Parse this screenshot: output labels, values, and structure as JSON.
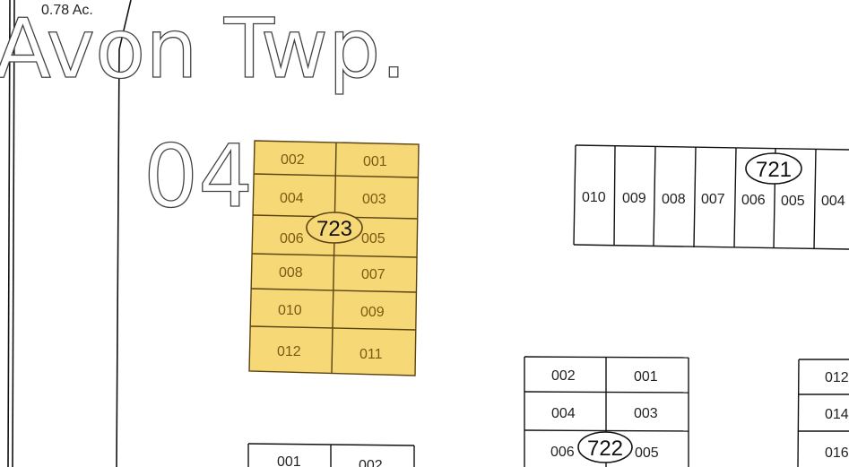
{
  "map": {
    "acreage_label": "0.78 Ac.",
    "township_label": "Avon Twp.",
    "section_number": "04",
    "highlight_color": "#f7d877",
    "blocks": [
      {
        "number": "723",
        "highlighted": true,
        "lots": [
          "002",
          "001",
          "004",
          "003",
          "006",
          "005",
          "008",
          "007",
          "010",
          "009",
          "012",
          "011"
        ]
      },
      {
        "number": "721",
        "highlighted": false,
        "lots": [
          "010",
          "009",
          "008",
          "007",
          "006",
          "005",
          "004"
        ]
      },
      {
        "number": "722",
        "highlighted": false,
        "lots": [
          "002",
          "001",
          "004",
          "003",
          "006",
          "005"
        ]
      },
      {
        "number": "",
        "highlighted": false,
        "lots": [
          "012",
          "014",
          "016"
        ]
      },
      {
        "number": "",
        "highlighted": false,
        "lots": [
          "001",
          "002"
        ]
      }
    ]
  }
}
